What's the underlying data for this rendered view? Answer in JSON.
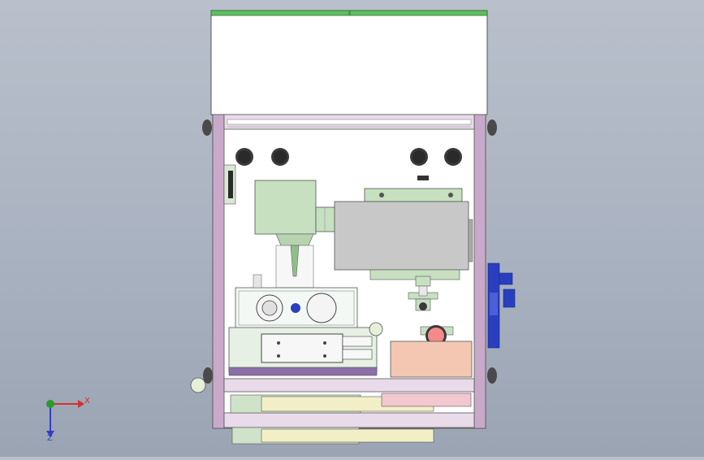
{
  "window": {
    "title": "",
    "viewport_name": "cad-3d-viewport"
  },
  "triad": {
    "x_label": "X",
    "z_label": "Z",
    "x_color": "#d43030",
    "y_color": "#2a9a2a",
    "z_color": "#3040c0"
  },
  "model": {
    "frame_color": "#c9a9c9",
    "panel_color": "#ffffff",
    "top_strip_color": "#5fbf5f",
    "solenoid_color": "#c6e0c0",
    "motor_color": "#c8c8c8",
    "box_color": "#f3c7b2",
    "blue_part_color": "#2a3fbf"
  }
}
